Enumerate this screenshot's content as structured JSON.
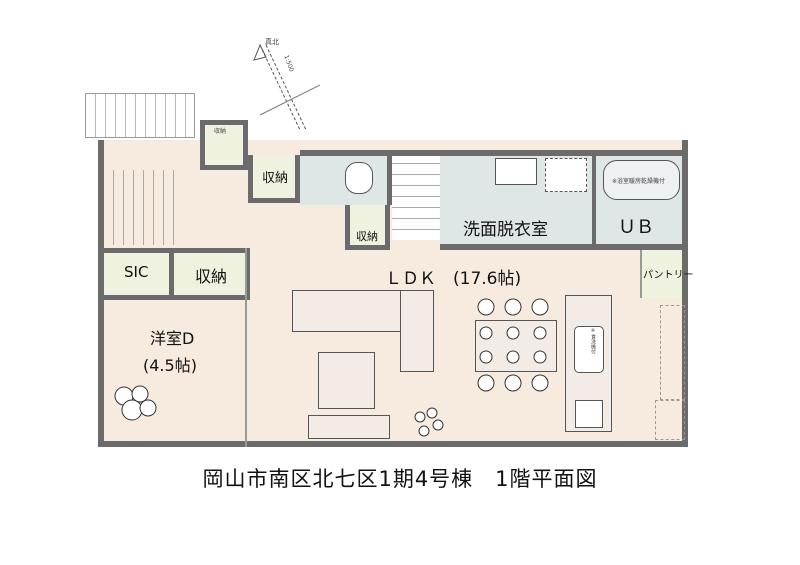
{
  "compass": {
    "label": "真北",
    "scale": "1:500"
  },
  "rooms": {
    "entrance_storage": "収納",
    "storage1": "収納",
    "storage2": "収納",
    "storage3": "収納",
    "sic": "SIC",
    "western_room": "洋室D",
    "western_room_size": "(4.5帖)",
    "ldk": "ＬＤＫ　(17.6帖)",
    "washroom": "洗面脱衣室",
    "ub": "ＵＢ",
    "pantry": "パントリー",
    "bath_note": "※浴室暖房乾燥機付",
    "kitchen_note": "※食洗機付"
  },
  "title": "岡山市南区北七区1期4号棟　1階平面図"
}
